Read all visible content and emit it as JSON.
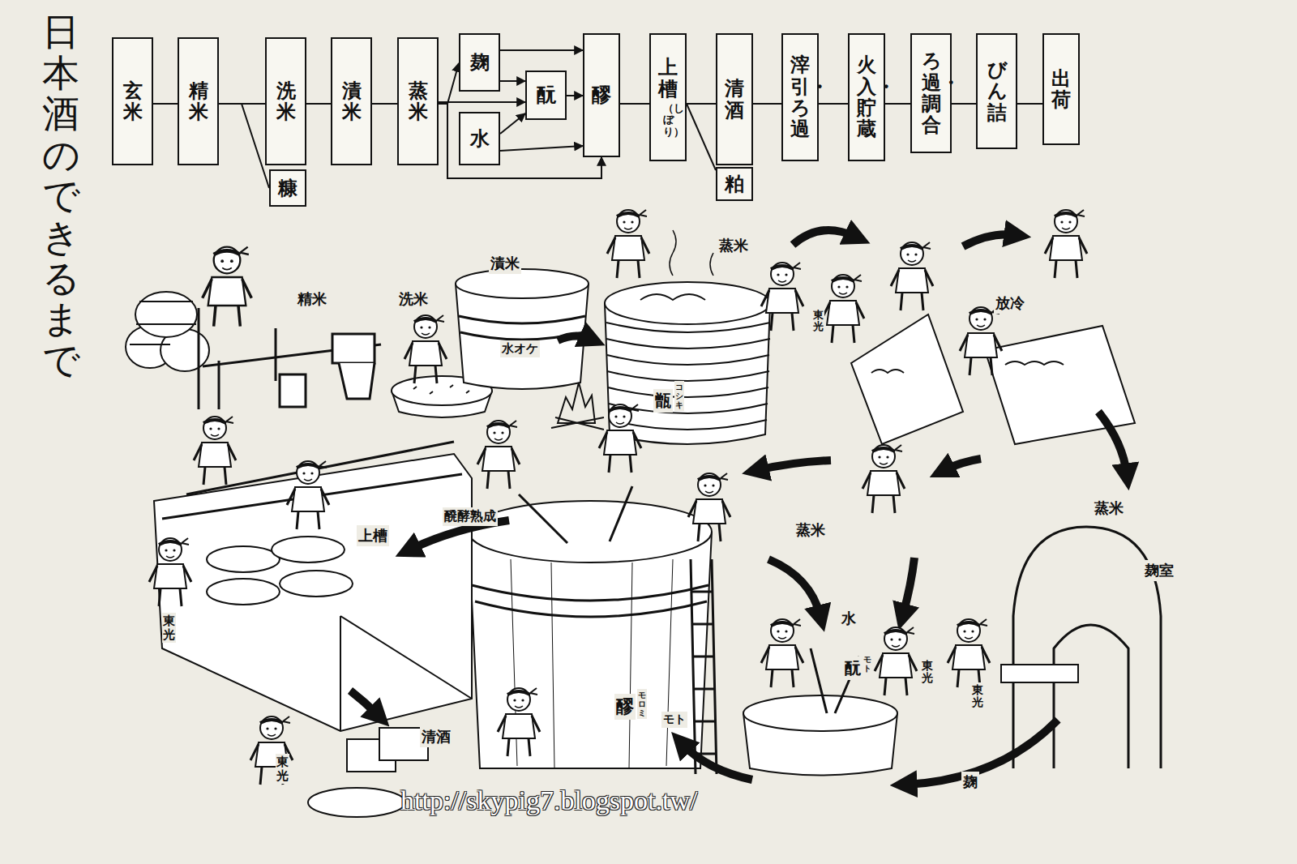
{
  "diagram": {
    "title": "日本酒のできるまで",
    "nodes": [
      {
        "text": [
          "玄米"
        ]
      },
      {
        "text": [
          "精米"
        ]
      },
      {
        "text": [
          "洗米"
        ]
      },
      {
        "text": [
          "糠"
        ]
      },
      {
        "text": [
          "漬米"
        ]
      },
      {
        "text": [
          "蒸米"
        ]
      },
      {
        "text": [
          "麹"
        ]
      },
      {
        "text": [
          "水"
        ]
      },
      {
        "text": [
          "酛"
        ]
      },
      {
        "text": [
          "醪"
        ]
      },
      {
        "text": [
          "上槽",
          "（しぼり）"
        ]
      },
      {
        "text": [
          "清酒"
        ]
      },
      {
        "text": [
          "粕"
        ]
      },
      {
        "text": [
          "滓引・ろ過"
        ]
      },
      {
        "text": [
          "火入・貯蔵"
        ]
      },
      {
        "text": [
          "ろ過・調合"
        ]
      },
      {
        "text": [
          "びん詰"
        ]
      },
      {
        "text": [
          "出荷"
        ]
      }
    ],
    "edges": [
      {
        "from": 0,
        "to": 1,
        "arrow": "none"
      },
      {
        "from": 1,
        "to": 2,
        "arrow": "none"
      },
      {
        "from": 1,
        "to": 3,
        "arrow": "none"
      },
      {
        "from": 2,
        "to": 4,
        "arrow": "none"
      },
      {
        "from": 4,
        "to": 5,
        "arrow": "none"
      },
      {
        "from": 5,
        "to": 6,
        "arrow": "to"
      },
      {
        "from": 5,
        "to": 8,
        "arrow": "to"
      },
      {
        "from": 5,
        "to": 9,
        "arrow": "to"
      },
      {
        "from": 6,
        "to": 8,
        "arrow": "to"
      },
      {
        "from": 6,
        "to": 9,
        "arrow": "to"
      },
      {
        "from": 7,
        "to": 8,
        "arrow": "to"
      },
      {
        "from": 7,
        "to": 9,
        "arrow": "to"
      },
      {
        "from": 8,
        "to": 9,
        "arrow": "to"
      },
      {
        "from": 9,
        "to": 10,
        "arrow": "none"
      },
      {
        "from": 10,
        "to": 11,
        "arrow": "none"
      },
      {
        "from": 10,
        "to": 12,
        "arrow": "none"
      },
      {
        "from": 11,
        "to": 13,
        "arrow": "none"
      },
      {
        "from": 13,
        "to": 14,
        "arrow": "none"
      },
      {
        "from": 14,
        "to": 15,
        "arrow": "none"
      },
      {
        "from": 15,
        "to": 16,
        "arrow": "none"
      },
      {
        "from": 16,
        "to": 17,
        "arrow": "none"
      }
    ],
    "labels": [
      "精米",
      "洗米",
      "漬米",
      "水オケ",
      "蒸米",
      "東光",
      "放冷",
      "甑",
      "コシキ",
      "上槽",
      "醗酵熟成",
      "蒸米",
      "東光",
      "蒸米",
      "麹室",
      "水",
      "酛",
      "モト",
      "醪",
      "モロミ",
      "モト",
      "東光",
      "東光",
      "清酒",
      "東光",
      "麹",
      "http://skypig7.blogspot.tw/"
    ]
  }
}
